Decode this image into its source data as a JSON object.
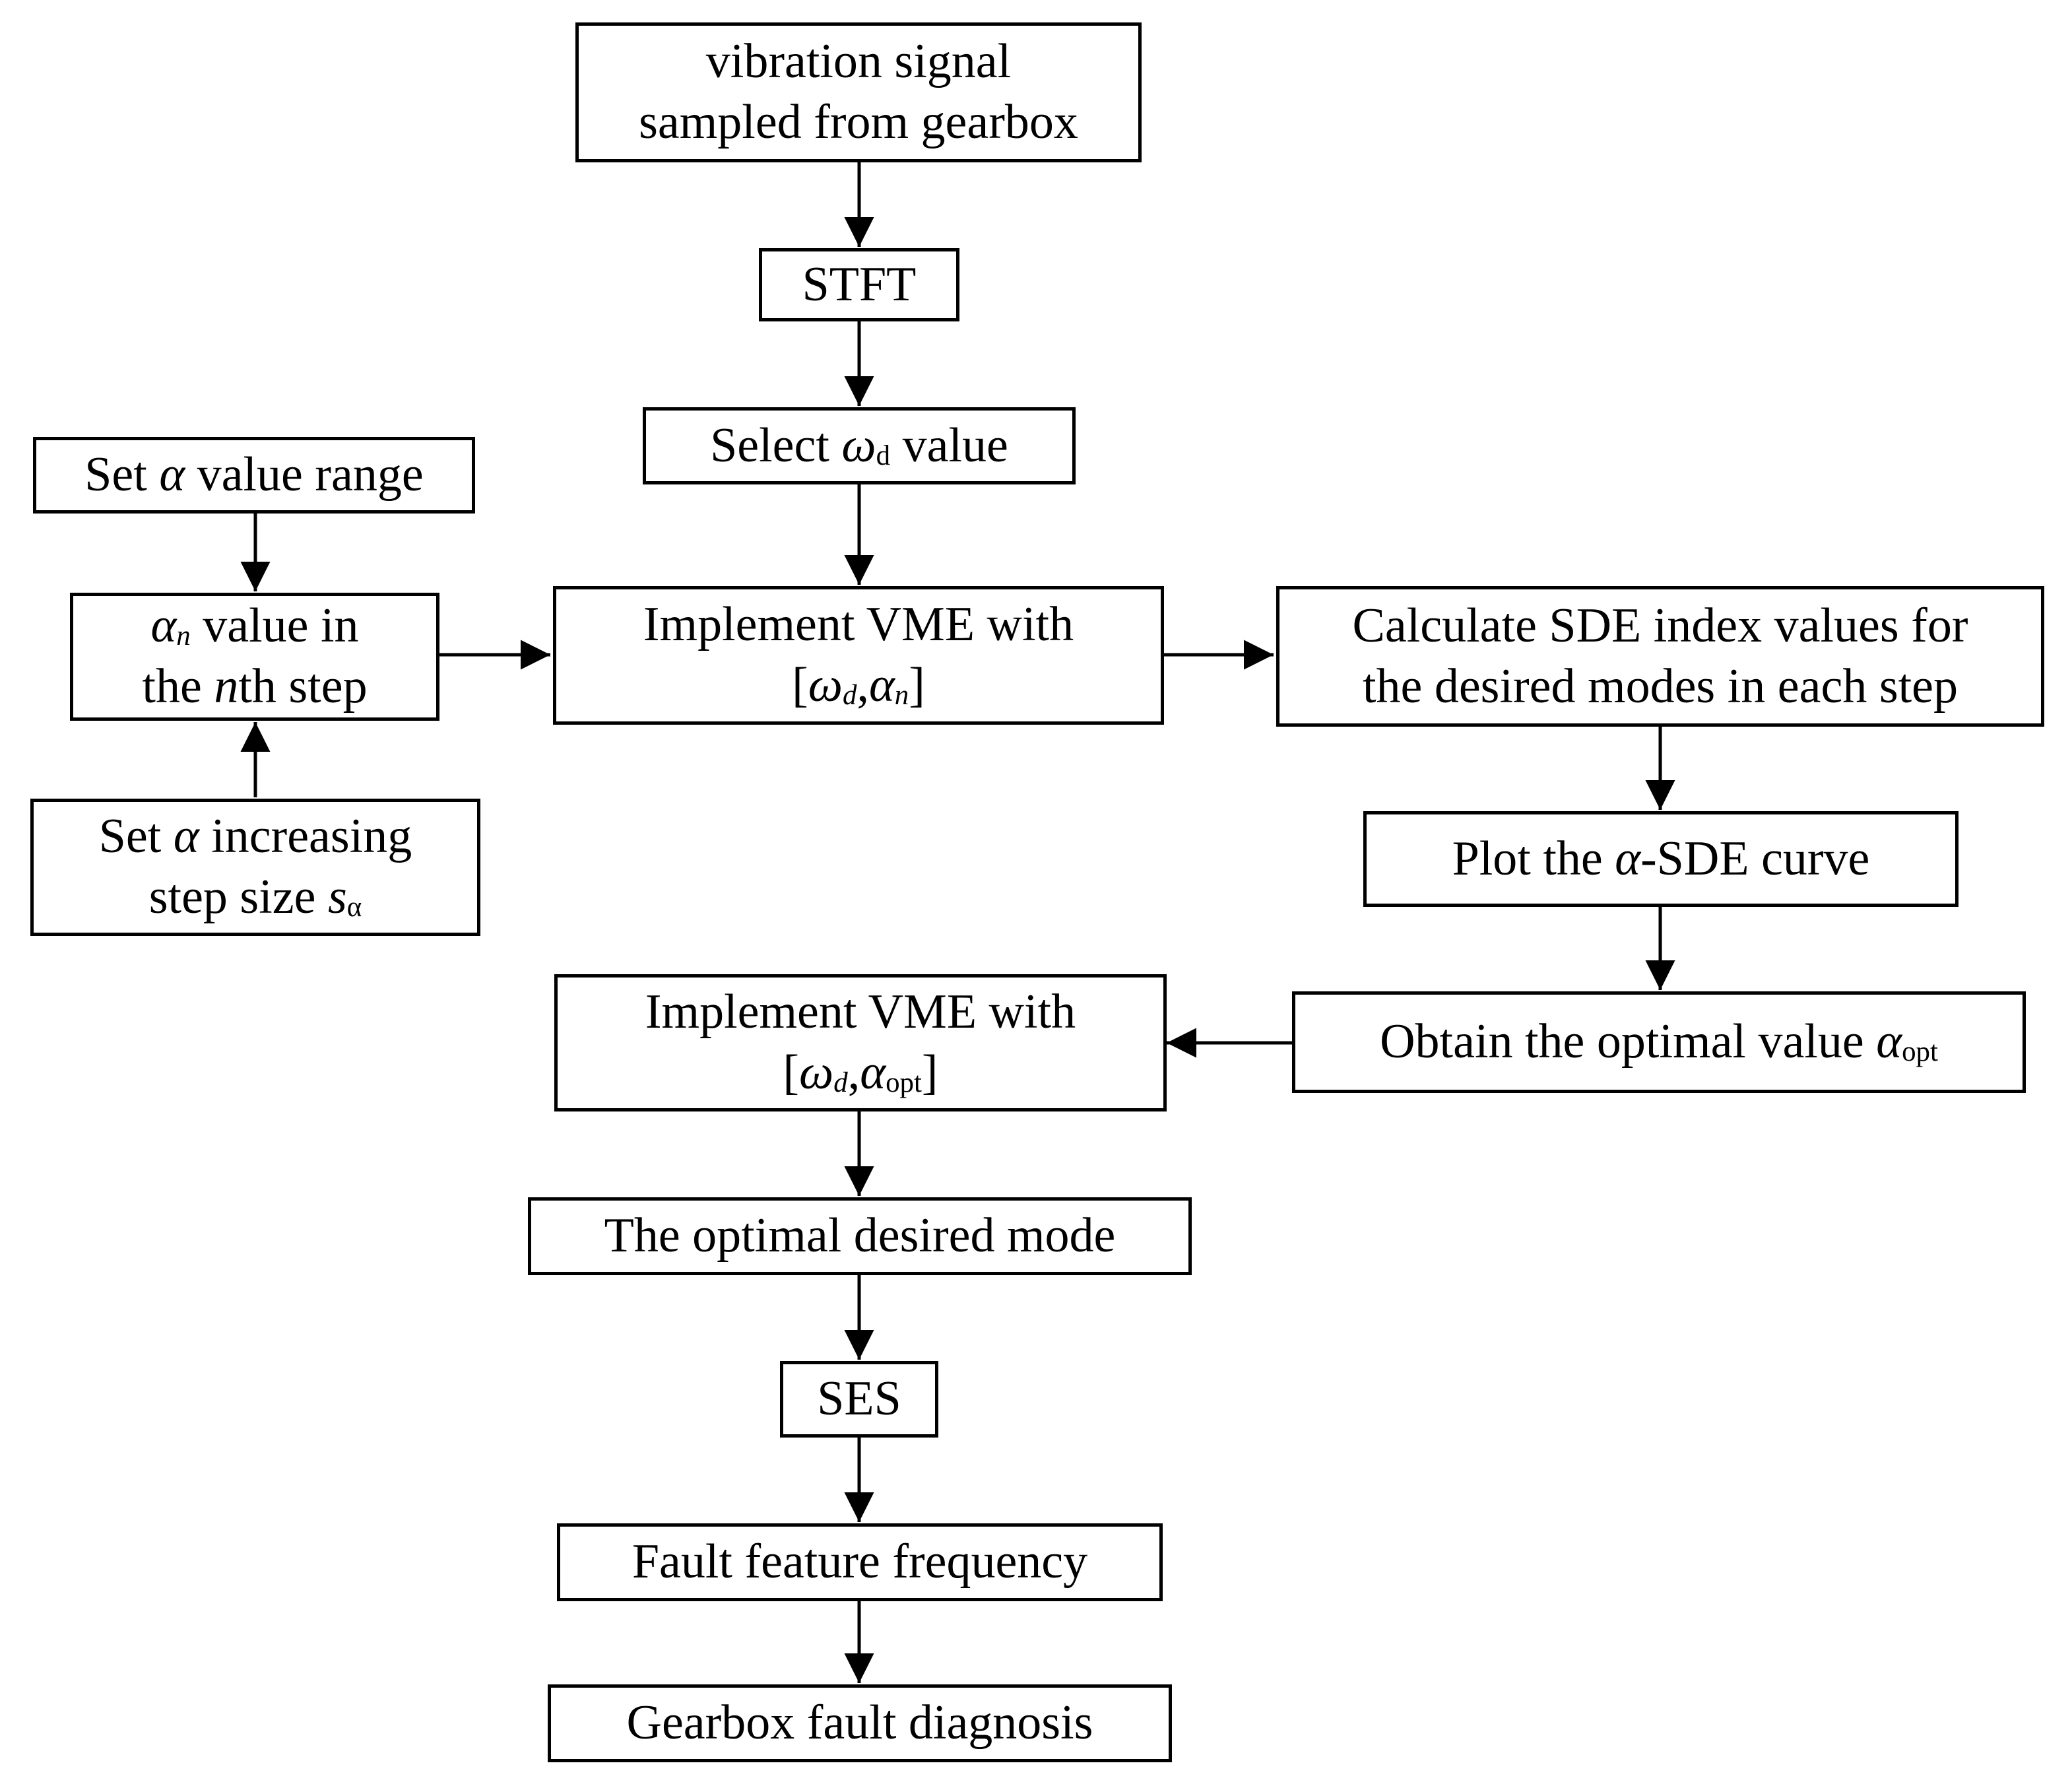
{
  "colors": {
    "stroke": "#000000",
    "background": "#ffffff"
  },
  "nodes": {
    "signal": {
      "line1": "vibration signal",
      "line2": "sampled from gearbox"
    },
    "stft": {
      "label": "STFT"
    },
    "select_omega": {
      "pre": "Select ",
      "sym": "ω",
      "sub": "d",
      "post": " value"
    },
    "set_alpha_range": {
      "pre": "Set ",
      "sym": "α",
      "post": " value range"
    },
    "alpha_n": {
      "sym": "α",
      "sub": "n",
      "post": " value in",
      "line2_pre": "the ",
      "line2_n": "n",
      "line2_post": "th step"
    },
    "set_alpha_step": {
      "pre": "Set ",
      "sym": "α",
      "post": " increasing",
      "line2_pre": "step size ",
      "line2_sym": "s",
      "line2_sub": "α"
    },
    "implement_vme_n": {
      "line1": "Implement VME with",
      "open": "[",
      "sym1": "ω",
      "sub1": "d",
      "comma": ",",
      "sym2": "α",
      "sub2": "n",
      "close": "]"
    },
    "calc_sde": {
      "line1": "Calculate SDE index values for",
      "line2": "the desired modes in each step"
    },
    "plot_curve": {
      "pre": "Plot the ",
      "sym": "α",
      "post": "-SDE curve"
    },
    "obtain_optimal": {
      "pre": "Obtain the optimal value ",
      "sym": "α",
      "sub": "opt"
    },
    "implement_vme_opt": {
      "line1": "Implement VME with",
      "open": "[",
      "sym1": "ω",
      "sub1": "d",
      "comma": ",",
      "sym2": "α",
      "sub2": "opt",
      "close": "]"
    },
    "optimal_mode": {
      "label": "The optimal desired mode"
    },
    "ses": {
      "label": "SES"
    },
    "fault_frequency": {
      "label": "Fault feature frequency"
    },
    "diagnosis": {
      "label": "Gearbox fault diagnosis"
    }
  }
}
